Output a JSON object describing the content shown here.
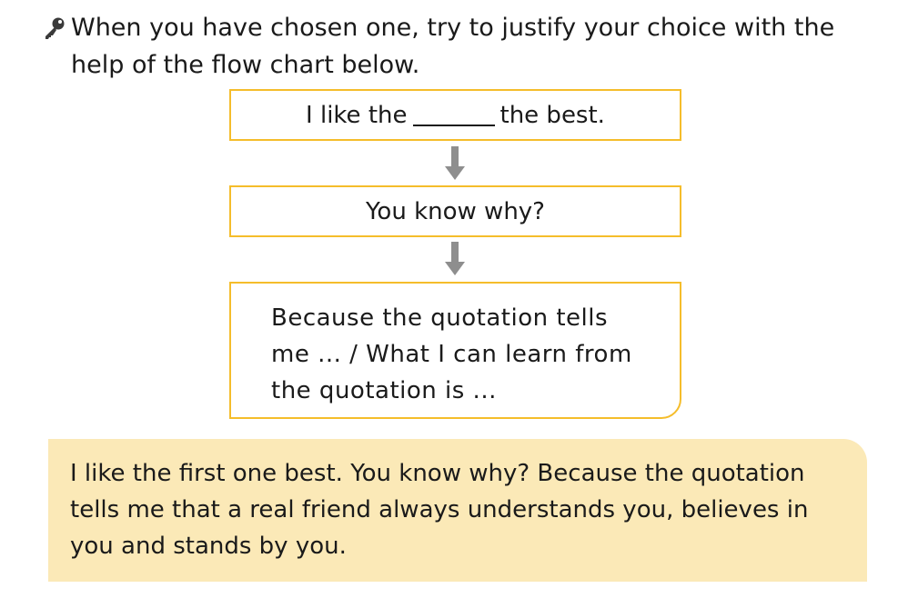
{
  "instruction": {
    "icon": "key-icon",
    "text": "When you have chosen one, try to justify your choice with the help of the flow chart below."
  },
  "flowchart": {
    "step1": {
      "before_blank": "I like the",
      "after_blank": "the best."
    },
    "step2": {
      "text": "You know why?"
    },
    "step3": {
      "line1": "Because the quotation tells",
      "line2": "me ... / What I can learn from",
      "line3": "the quotation is ..."
    },
    "arrow_icon": "down-arrow-icon",
    "colors": {
      "border": "#f5bd2b",
      "arrow": "#8e8e8e"
    }
  },
  "answer": {
    "text": "I like the first one best. You know why? Because the quotation tells me that a real friend always understands you, believes in you and stands by you.",
    "background": "#fbe9b7"
  }
}
